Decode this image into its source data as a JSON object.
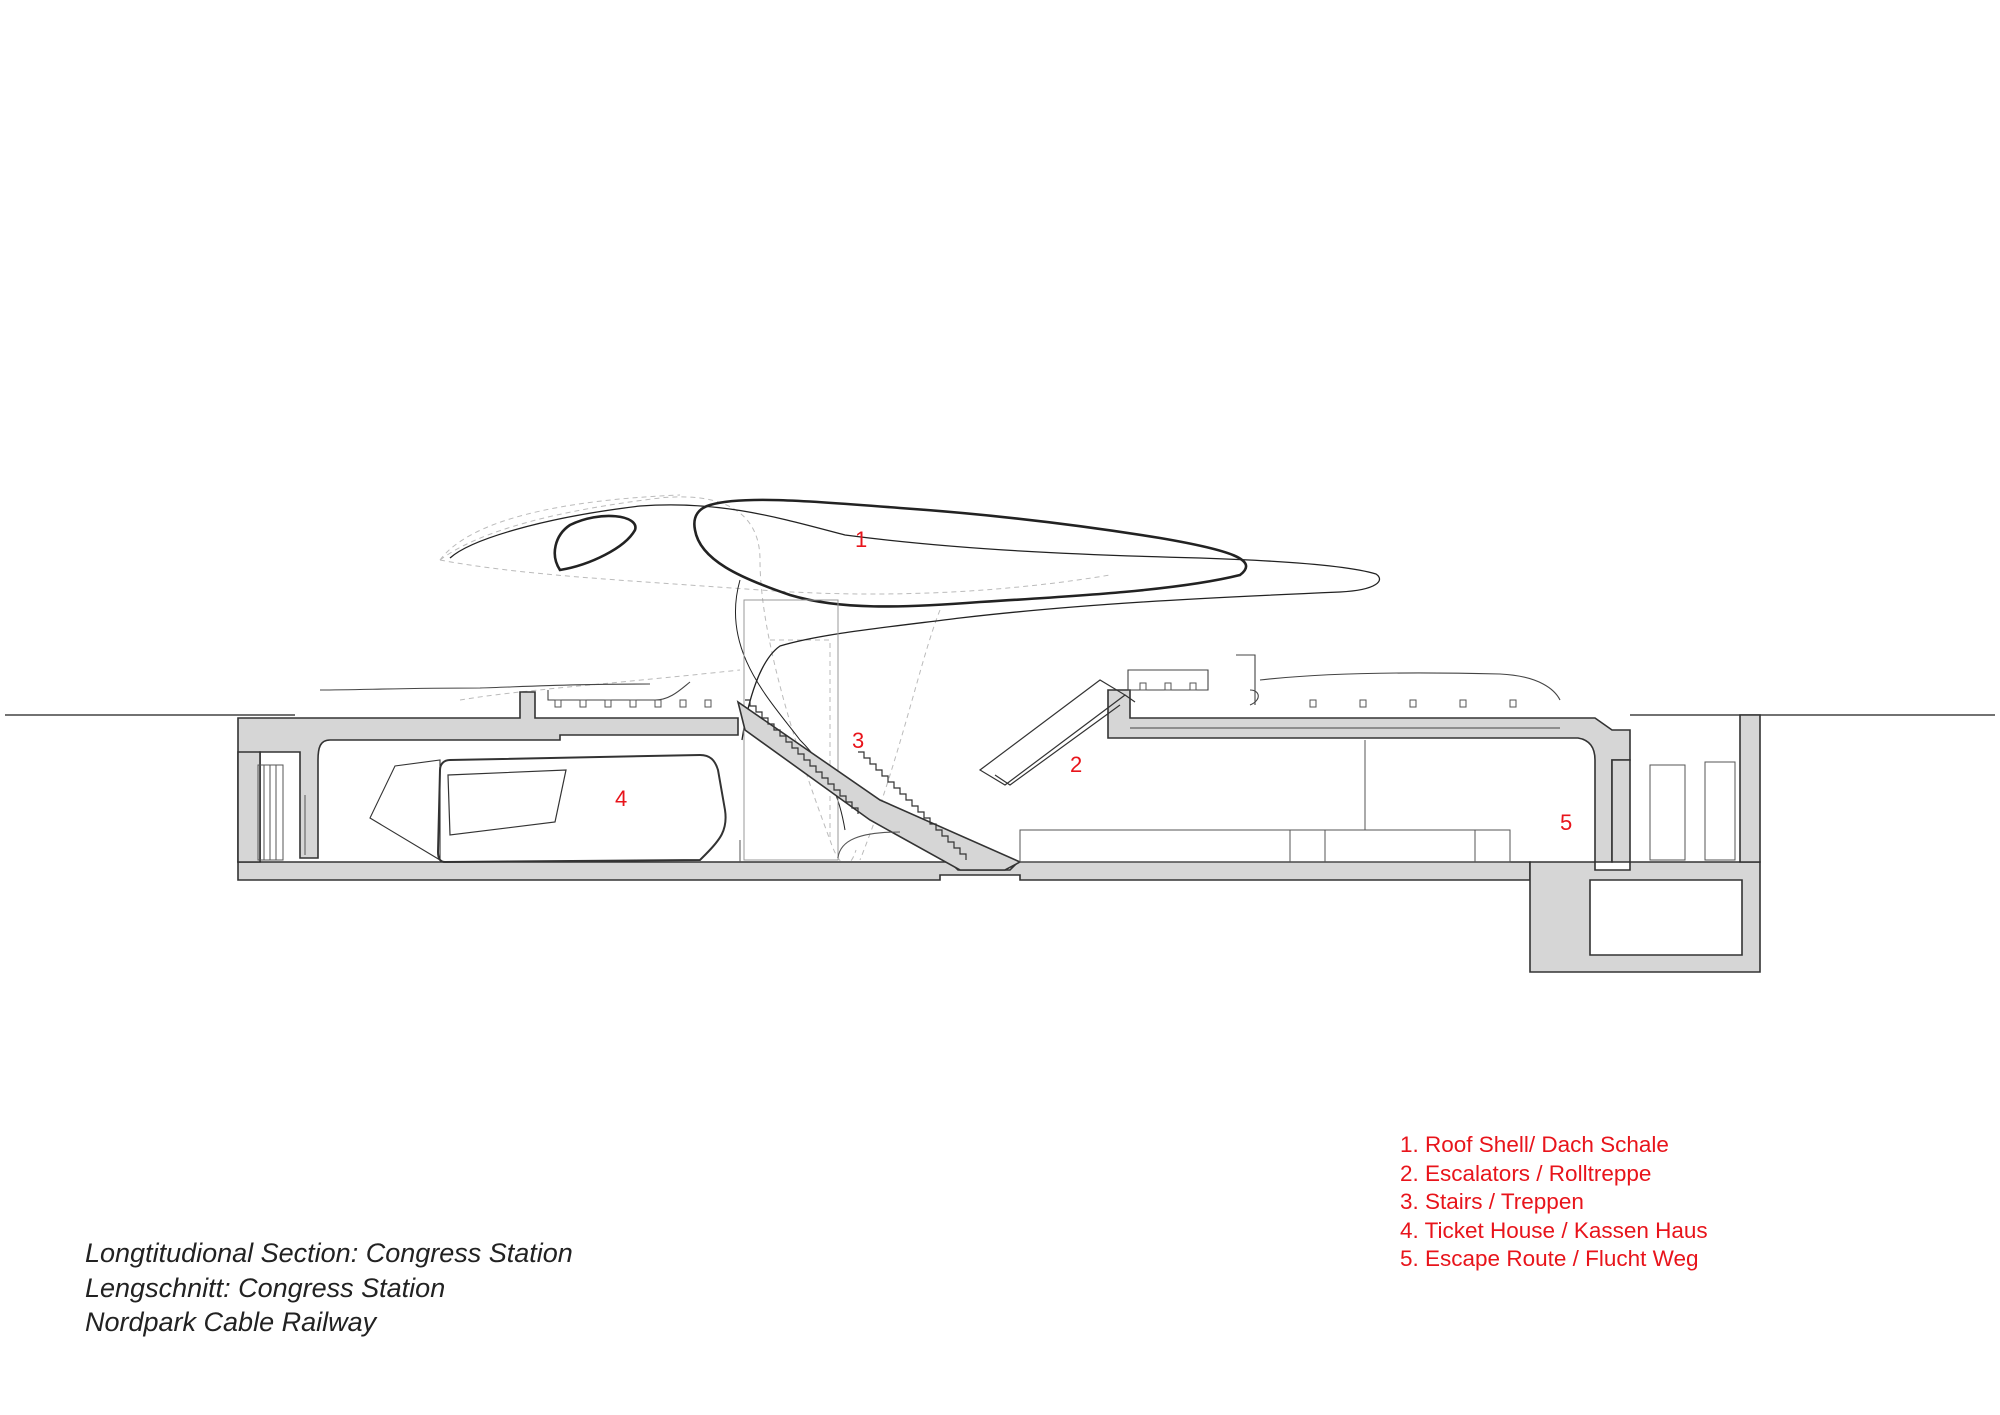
{
  "drawing": {
    "labels": [
      "1",
      "2",
      "3",
      "4",
      "5"
    ]
  },
  "legend": [
    "1. Roof Shell/ Dach Schale",
    "2. Escalators / Rolltreppe",
    "3. Stairs / Treppen",
    "4. Ticket House / Kassen Haus",
    "5. Escape Route / Flucht Weg"
  ],
  "title_block": {
    "line1": "Longtitudional Section: Congress Station",
    "line2": "Lengschnitt: Congress Station",
    "line3": "Nordpark Cable Railway"
  },
  "colors": {
    "annotation_red": "#e8141b",
    "concrete_fill": "#d6d6d6",
    "line_dark": "#222222"
  }
}
